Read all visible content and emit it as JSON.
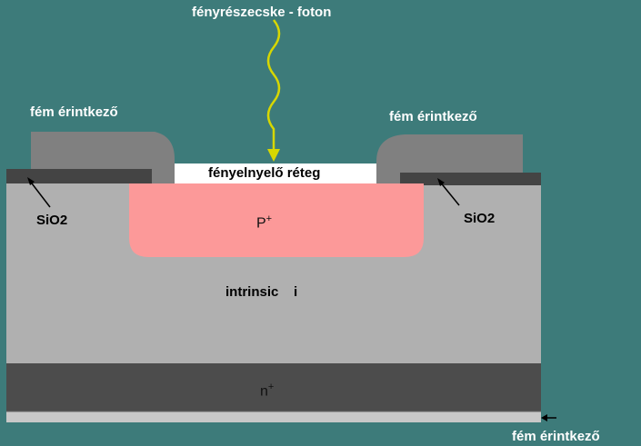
{
  "labels": {
    "photon": "fényrészecske - foton",
    "contact_left": "fém érintkező",
    "contact_right": "fém érintkező",
    "contact_bottom": "fém érintkező",
    "absorber": "fényelnyelő réteg",
    "sio2_left": "SiO2",
    "sio2_right": "SiO2",
    "p_region": "P",
    "p_sup": "+",
    "intrinsic": "intrinsic    i",
    "n_region": "n",
    "n_sup": "+"
  },
  "colors": {
    "background": "#3d7b7a",
    "silicon": "#b0b0b0",
    "metal": "#808080",
    "oxide": "#444444",
    "p_region": "#fc9999",
    "n_region": "#4c4c4c",
    "absorber": "#ffffff",
    "photon": "#d7d700",
    "bottom_metal": "#c8c8c8"
  }
}
